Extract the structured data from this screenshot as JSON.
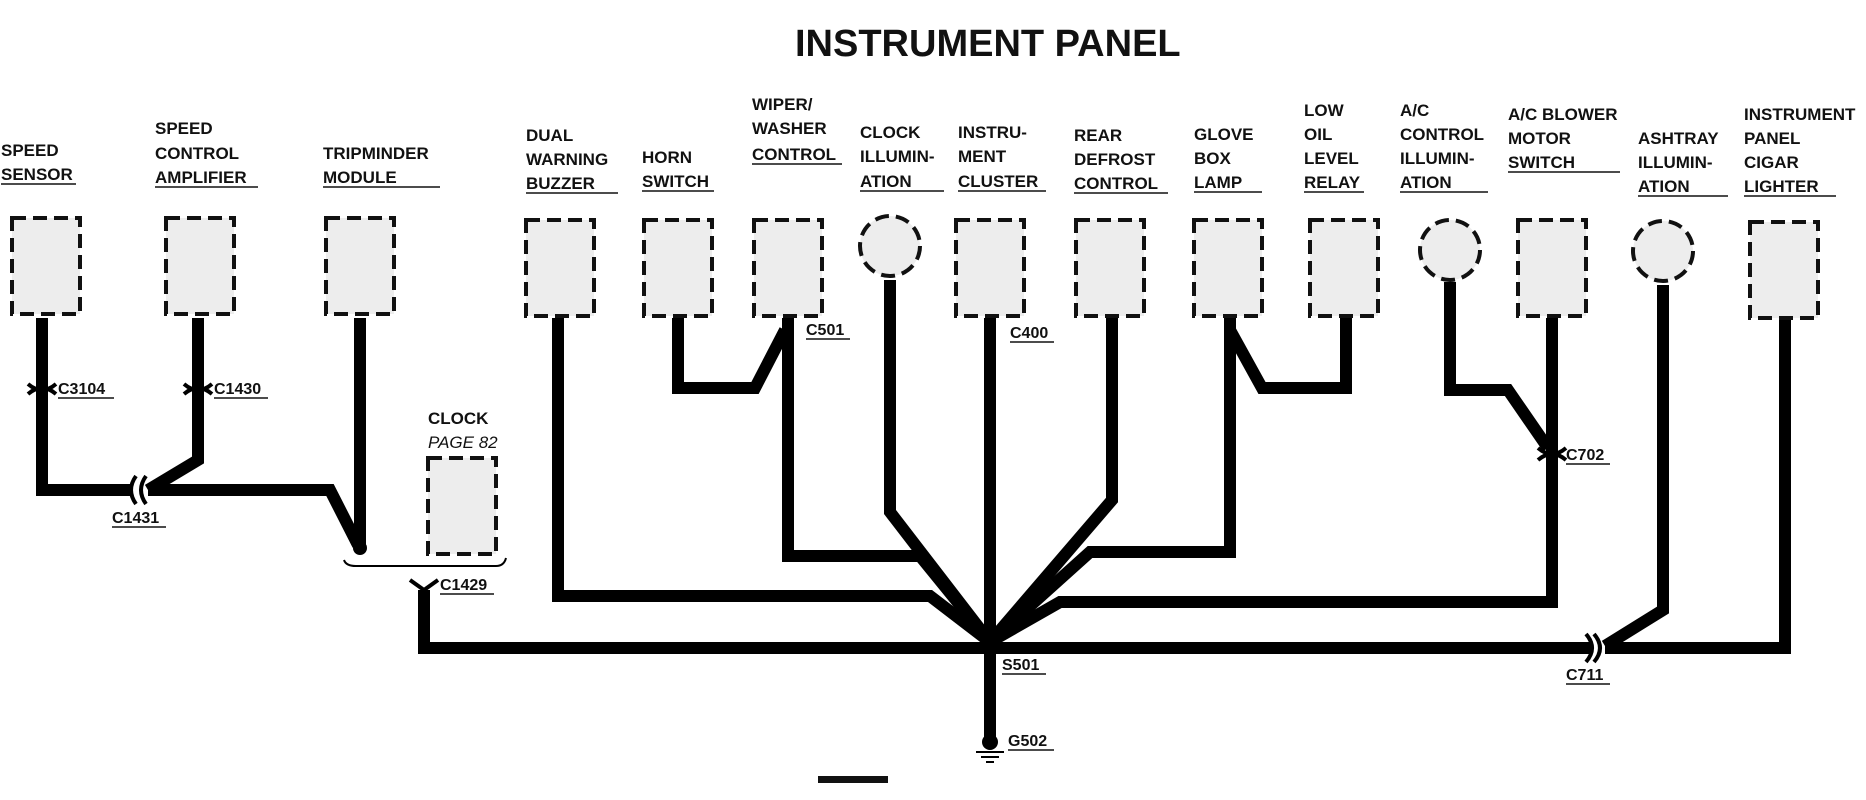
{
  "title": "INSTRUMENT PANEL",
  "components": [
    {
      "id": "speed-sensor",
      "lines": [
        "SPEED",
        "SENSOR"
      ],
      "shape": "rect"
    },
    {
      "id": "speed-control-amplifier",
      "lines": [
        "SPEED",
        "CONTROL",
        "AMPLIFIER"
      ],
      "shape": "rect"
    },
    {
      "id": "tripminder-module",
      "lines": [
        "TRIPMINDER",
        "MODULE"
      ],
      "shape": "rect"
    },
    {
      "id": "clock",
      "lines": [
        "CLOCK"
      ],
      "italic_line": "PAGE 82",
      "shape": "rect"
    },
    {
      "id": "dual-warning-buzzer",
      "lines": [
        "DUAL",
        "WARNING",
        "BUZZER"
      ],
      "shape": "rect"
    },
    {
      "id": "horn-switch",
      "lines": [
        "HORN",
        "SWITCH"
      ],
      "shape": "rect"
    },
    {
      "id": "wiper-washer-control",
      "lines": [
        "WIPER/",
        "WASHER",
        "CONTROL"
      ],
      "shape": "rect"
    },
    {
      "id": "clock-illumination",
      "lines": [
        "CLOCK",
        "ILLUMIN-",
        "ATION"
      ],
      "shape": "circle"
    },
    {
      "id": "instrument-cluster",
      "lines": [
        "INSTRU-",
        "MENT",
        "CLUSTER"
      ],
      "shape": "rect"
    },
    {
      "id": "rear-defrost-control",
      "lines": [
        "REAR",
        "DEFROST",
        "CONTROL"
      ],
      "shape": "rect"
    },
    {
      "id": "glove-box-lamp",
      "lines": [
        "GLOVE",
        "BOX",
        "LAMP"
      ],
      "shape": "rect"
    },
    {
      "id": "low-oil-level-relay",
      "lines": [
        "LOW",
        "OIL",
        "LEVEL",
        "RELAY"
      ],
      "shape": "rect"
    },
    {
      "id": "ac-control-illumination",
      "lines": [
        "A/C",
        "CONTROL",
        "ILLUMIN-",
        "ATION"
      ],
      "shape": "circle"
    },
    {
      "id": "ac-blower-motor-switch",
      "lines": [
        "A/C BLOWER",
        "MOTOR",
        "SWITCH"
      ],
      "shape": "rect"
    },
    {
      "id": "ashtray-illumination",
      "lines": [
        "ASHTRAY",
        "ILLUMIN-",
        "ATION"
      ],
      "shape": "circle"
    },
    {
      "id": "instrument-panel-cigar-lighter",
      "lines": [
        "INSTRUMENT",
        "PANEL",
        "CIGAR",
        "LIGHTER"
      ],
      "shape": "rect"
    }
  ],
  "connectors": {
    "c3104": "C3104",
    "c1430": "C1430",
    "c1431": "C1431",
    "c1429": "C1429",
    "c501": "C501",
    "c400": "C400",
    "c702": "C702",
    "c711": "C711",
    "s501": "S501",
    "g502": "G502"
  }
}
